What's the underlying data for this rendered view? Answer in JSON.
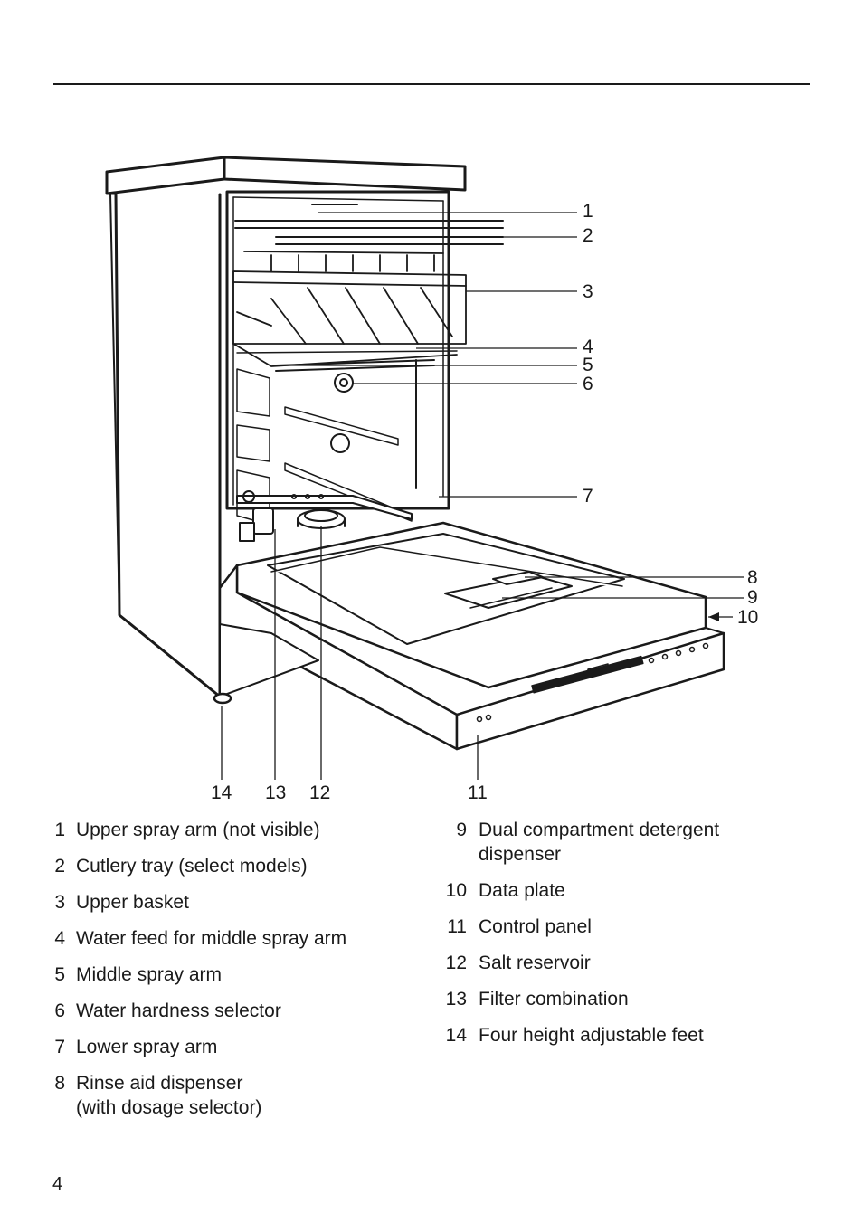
{
  "callouts": [
    "1",
    "2",
    "3",
    "4",
    "5",
    "6",
    "7",
    "8",
    "9",
    "10",
    "11",
    "12",
    "13",
    "14"
  ],
  "legend": {
    "left": [
      {
        "num": "1",
        "text": "Upper spray arm (not visible)"
      },
      {
        "num": "2",
        "text": "Cutlery tray (select models)"
      },
      {
        "num": "3",
        "text": "Upper basket"
      },
      {
        "num": "4",
        "text": "Water feed for middle spray arm"
      },
      {
        "num": "5",
        "text": "Middle spray arm"
      },
      {
        "num": "6",
        "text": "Water hardness selector"
      },
      {
        "num": "7",
        "text": "Lower spray arm"
      },
      {
        "num": "8",
        "text": "Rinse aid dispenser\n(with dosage selector)"
      }
    ],
    "right": [
      {
        "num": "9",
        "text": "Dual compartment detergent\ndispenser"
      },
      {
        "num": "10",
        "text": "Data plate"
      },
      {
        "num": "11",
        "text": "Control panel"
      },
      {
        "num": "12",
        "text": "Salt reservoir"
      },
      {
        "num": "13",
        "text": "Filter combination"
      },
      {
        "num": "14",
        "text": "Four height adjustable feet"
      }
    ]
  },
  "page_number": "4"
}
